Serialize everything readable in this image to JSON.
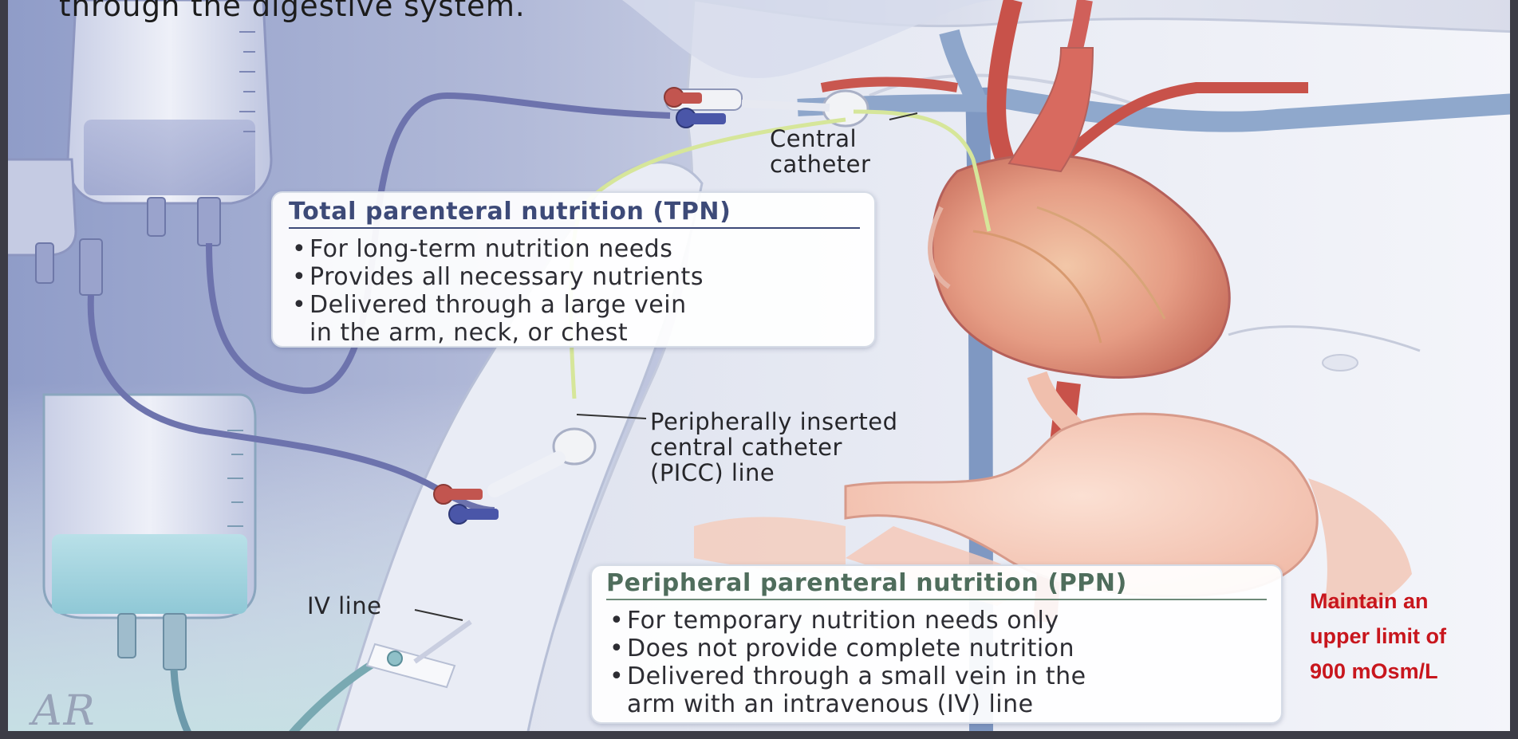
{
  "header_text": "through the digestive system.",
  "labels": {
    "central_catheter_1": "Central",
    "central_catheter_2": "catheter",
    "picc_1": "Peripherally inserted",
    "picc_2": "central catheter",
    "picc_3": "(PICC) line",
    "iv_line": "IV line"
  },
  "tpn": {
    "title": "Total parenteral nutrition (TPN)",
    "bullets": [
      "For long-term nutrition needs",
      "Provides all necessary nutrients",
      "Delivered through a large vein",
      "in the arm, neck, or chest"
    ]
  },
  "ppn": {
    "title": "Peripheral parenteral nutrition (PPN)",
    "bullets": [
      "For temporary nutrition needs only",
      "Does not provide complete nutrition",
      "Delivered through a small vein in the",
      "arm with an intravenous (IV) line"
    ]
  },
  "side_note": {
    "line1": "Maintain an",
    "line2": "upper limit of",
    "line3": "900 mOsm/L"
  },
  "signature": "AR",
  "colors": {
    "background": "#a9b2d1",
    "tpn_accent": "#3d4a78",
    "ppn_accent": "#4f6d5c",
    "note_red": "#c8161d"
  }
}
